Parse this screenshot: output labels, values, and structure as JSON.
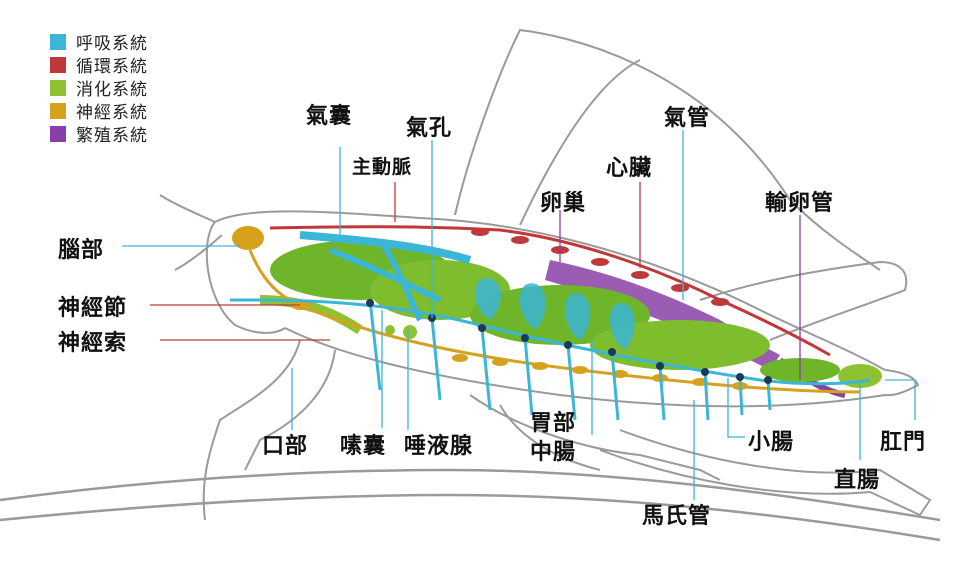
{
  "legend": [
    {
      "label": "呼吸系統",
      "color": "#3bb6d6"
    },
    {
      "label": "循環系統",
      "color": "#c0393a"
    },
    {
      "label": "消化系統",
      "color": "#8fc233"
    },
    {
      "label": "神經系統",
      "color": "#d6a21e"
    },
    {
      "label": "繁殖系統",
      "color": "#8a3fa6"
    }
  ],
  "labels": {
    "air_sac": "氣囊",
    "spiracle": "氣孔",
    "trachea": "氣管",
    "aorta": "主動脈",
    "heart": "心臟",
    "ovary": "卵巢",
    "oviduct": "輸卵管",
    "brain": "腦部",
    "ganglion": "神經節",
    "nerve_cord": "神經索",
    "mouth": "口部",
    "crop": "嗉囊",
    "salivary_gland": "唾液腺",
    "stomach": "胃部",
    "midgut": "中腸",
    "malpighian": "馬氏管",
    "small_intestine": "小腸",
    "rectum": "直腸",
    "anus": "肛門"
  },
  "colors": {
    "respiratory": "#3bb6d6",
    "circulatory": "#c0393a",
    "digestive": "#8fc233",
    "nervous": "#d6a21e",
    "reproductive": "#8a3fa6",
    "outline": "#9a9a9a"
  }
}
